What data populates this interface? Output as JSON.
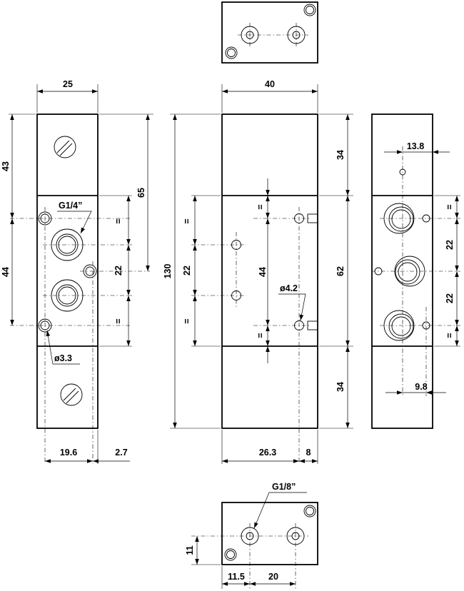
{
  "dimensions": {
    "width_side": "25",
    "width_front": "40",
    "side_h43": "43",
    "side_h44": "44",
    "side_h65": "65",
    "side_h22": "22",
    "side_eq_top": "=",
    "side_eq_bot": "=",
    "side_19_6": "19.6",
    "side_2_7": "2.7",
    "front_130": "130",
    "front_22": "22",
    "front_eq_top": "=",
    "front_eq_bot": "=",
    "front_44": "44",
    "front_eq_top2": "=",
    "front_eq_bot2": "=",
    "front_34_top": "34",
    "front_62": "62",
    "front_34_bot": "34",
    "front_26_3": "26.3",
    "front_8": "8",
    "right_13_8": "13.8",
    "right_eq_top": "=",
    "right_22_a": "22",
    "right_22_b": "22",
    "right_eq_bot": "=",
    "right_9_8": "9.8",
    "bottom_11": "11",
    "bottom_11_5": "11.5",
    "bottom_20": "20"
  },
  "callouts": {
    "g14": "G1/4”",
    "d33": "ø3.3",
    "d42": "ø4.2",
    "g18": "G1/8”"
  }
}
